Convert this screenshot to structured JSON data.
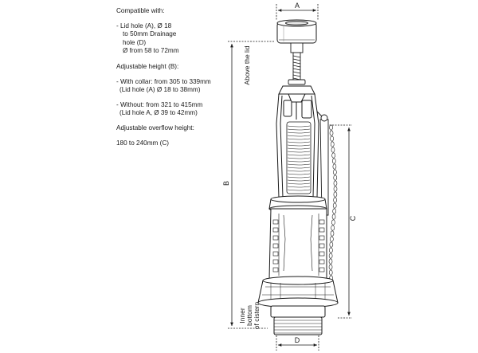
{
  "specs": {
    "compatible_title": "Compatible with:",
    "compatible_lines": [
      "- Lid hole (A), Ø 18",
      "to 50mm Drainage",
      "hole (D)",
      "Ø from 58 to 72mm"
    ],
    "height_title": "Adjustable height (B):",
    "collar_lines": [
      "- With collar: from 305 to 339mm",
      "(Lid hole (A) Ø 18 to 38mm)"
    ],
    "without_lines": [
      "- Without: from 321 to 415mm",
      "(Lid hole A, Ø 39 to 42mm)"
    ],
    "overflow_title": "Adjustable overflow height:",
    "overflow_range": "180 to 240mm (C)"
  },
  "dimensions": {
    "a": "A",
    "b": "B",
    "c": "C",
    "d": "D",
    "above_lid": "Above the lid",
    "inner_bottom": [
      "Inner",
      "bottom",
      "of cistern"
    ]
  }
}
